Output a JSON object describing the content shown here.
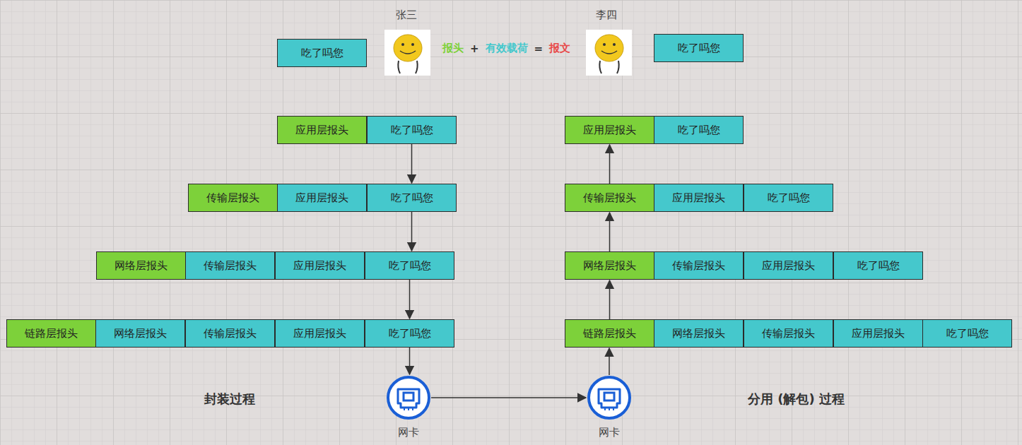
{
  "diagram": {
    "nodes": [
      {
        "text": [
          "吃了吗您"
        ]
      },
      {
        "text": [
          "吃了吗您"
        ]
      },
      {
        "text": [
          "应用层报头"
        ]
      },
      {
        "text": [
          "吃了吗您"
        ]
      },
      {
        "text": [
          "应用层报头"
        ]
      },
      {
        "text": [
          "吃了吗您"
        ]
      },
      {
        "text": [
          "传输层报头"
        ]
      },
      {
        "text": [
          "应用层报头"
        ]
      },
      {
        "text": [
          "吃了吗您"
        ]
      },
      {
        "text": [
          "传输层报头"
        ]
      },
      {
        "text": [
          "应用层报头"
        ]
      },
      {
        "text": [
          "吃了吗您"
        ]
      },
      {
        "text": [
          "网络层报头"
        ]
      },
      {
        "text": [
          "传输层报头"
        ]
      },
      {
        "text": [
          "应用层报头"
        ]
      },
      {
        "text": [
          "吃了吗您"
        ]
      },
      {
        "text": [
          "网络层报头"
        ]
      },
      {
        "text": [
          "传输层报头"
        ]
      },
      {
        "text": [
          "应用层报头"
        ]
      },
      {
        "text": [
          "吃了吗您"
        ]
      },
      {
        "text": [
          "链路层报头"
        ]
      },
      {
        "text": [
          "网络层报头"
        ]
      },
      {
        "text": [
          "传输层报头"
        ]
      },
      {
        "text": [
          "应用层报头"
        ]
      },
      {
        "text": [
          "吃了吗您"
        ]
      },
      {
        "text": [
          "链路层报头"
        ]
      },
      {
        "text": [
          "网络层报头"
        ]
      },
      {
        "text": [
          "传输层报头"
        ]
      },
      {
        "text": [
          "应用层报头"
        ]
      },
      {
        "text": [
          "吃了吗您"
        ]
      },
      {
        "text": [
          "网卡"
        ]
      },
      {
        "text": [
          "网卡"
        ]
      }
    ],
    "edges": [
      {
        "from": 3,
        "to": 8,
        "arrow": "to"
      },
      {
        "from": 8,
        "to": 15,
        "arrow": "to"
      },
      {
        "from": 15,
        "to": 24,
        "arrow": "to"
      },
      {
        "from": 24,
        "to": 30,
        "arrow": "to"
      },
      {
        "from": 30,
        "to": 31,
        "arrow": "to"
      },
      {
        "from": 31,
        "to": 25,
        "arrow": "to"
      },
      {
        "from": 25,
        "to": 16,
        "arrow": "to"
      },
      {
        "from": 16,
        "to": 9,
        "arrow": "to"
      },
      {
        "from": 9,
        "to": 4,
        "arrow": "to"
      }
    ],
    "labels": [
      "张三",
      "李四",
      "报头",
      "+",
      "有效载荷",
      "=",
      "报文",
      "封装过程",
      "分用 (解包) 过程"
    ]
  }
}
